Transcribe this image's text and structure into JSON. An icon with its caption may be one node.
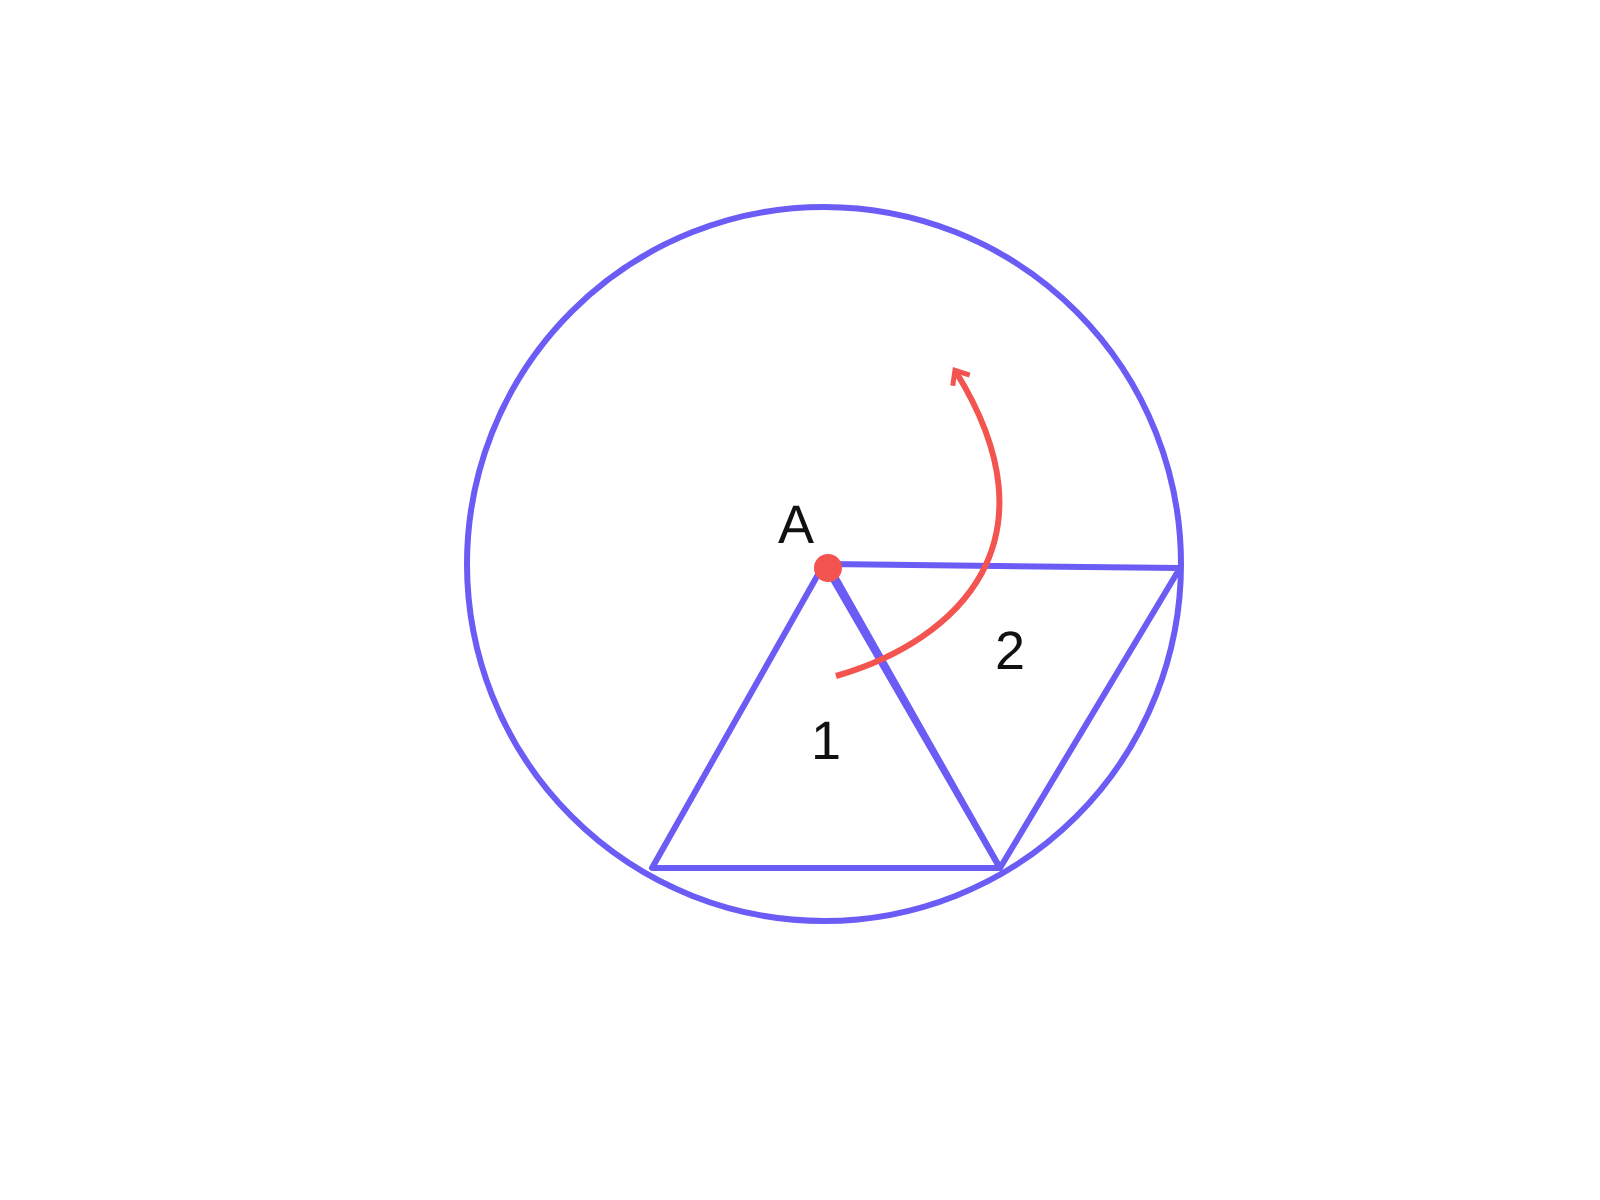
{
  "diagram": {
    "nodes": [
      {
        "text": [],
        "shape": "circle"
      },
      {
        "text": [
          "1"
        ],
        "in": 0
      },
      {
        "text": [
          "2"
        ],
        "in": 0
      }
    ],
    "labels": [
      "A"
    ]
  }
}
